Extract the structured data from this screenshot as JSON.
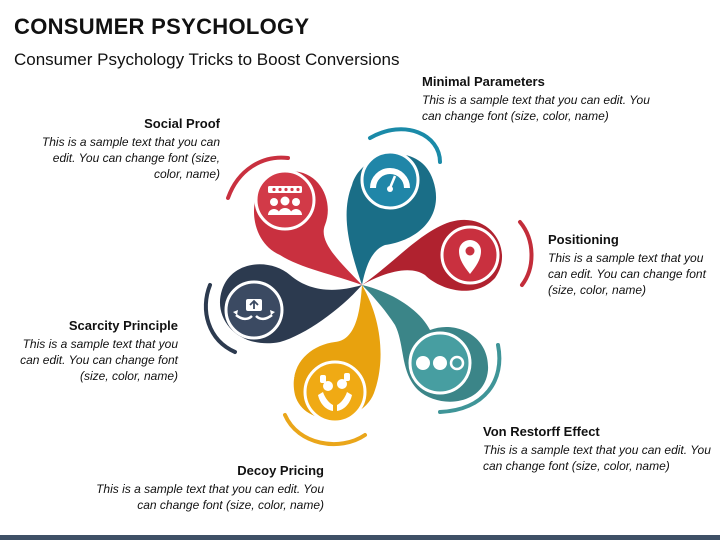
{
  "header": {
    "title": "CONSUMER PSYCHOLOGY",
    "subtitle": "Consumer Psychology Tricks to Boost Conversions"
  },
  "items": [
    {
      "key": "minimal",
      "title": "Minimal Parameters",
      "text": "This is a sample text that you can edit. You can change font (size, color, name)",
      "color": "#1a6e87",
      "icon": "speedometer-icon"
    },
    {
      "key": "positioning",
      "title": "Positioning",
      "text": "This is a sample text that you can edit. You can change font (size, color, name)",
      "color": "#b0222f",
      "icon": "location-pin-icon"
    },
    {
      "key": "vonrestorff",
      "title": "Von Restorff Effect",
      "text": "This is a sample text that you can edit. You can change font (size, color, name)",
      "color": "#3b8588",
      "icon": "three-dots-icon"
    },
    {
      "key": "decoy",
      "title": "Decoy Pricing",
      "text": "This is a sample text that you can edit. You can change font (size, color, name)",
      "color": "#e8a20e",
      "icon": "hands-money-icon"
    },
    {
      "key": "scarcity",
      "title": "Scarcity Principle",
      "text": "This is a sample text that you can edit. You can change font (size, color, name)",
      "color": "#2c3a4f",
      "icon": "exchange-icon"
    },
    {
      "key": "social",
      "title": "Social Proof",
      "text": "This is a sample text that you can edit. You can change font (size, color, name)",
      "color": "#c9303f",
      "icon": "group-rating-icon"
    }
  ],
  "watermark": {
    "line1": "Scarcity",
    "line2": "Principle"
  }
}
